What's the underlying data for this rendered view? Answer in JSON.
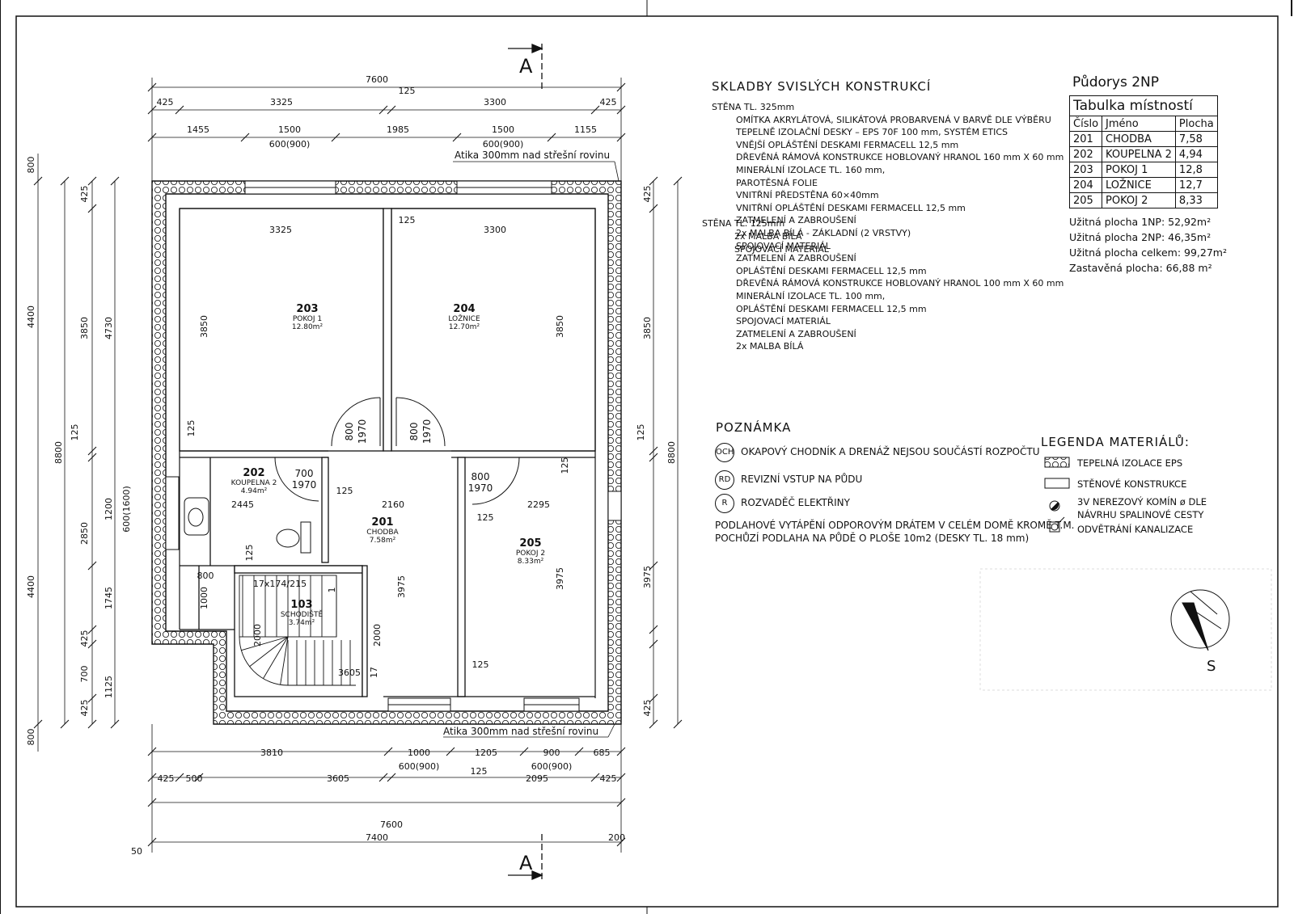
{
  "plan": {
    "section_label": "A",
    "overall_dims": {
      "top": "7600",
      "bottom_total": "7600",
      "bottom_outer": "7400",
      "left_offset": "50",
      "right_offset": "200"
    },
    "top_chain_1": [
      "425",
      "3325",
      "125",
      "3300",
      "425"
    ],
    "top_chain_2": [
      "1455",
      "1500",
      "1985",
      "1500",
      "1155"
    ],
    "top_window_labels": [
      "600(900)",
      "600(900)"
    ],
    "bottom_chain_1": [
      "3810",
      "1000",
      "1205",
      "900",
      "685"
    ],
    "bottom_chain_2": [
      "425",
      "500",
      "3605",
      "125",
      "2095",
      "425"
    ],
    "bottom_window_labels": [
      "600(900)",
      "600(900)"
    ],
    "left_dims": [
      "800",
      "4400",
      "8800",
      "4400",
      "800",
      "425",
      "3850",
      "125",
      "2850",
      "1745",
      "425",
      "700",
      "425",
      "4730",
      "1200",
      "1125",
      "600(1600)",
      "1000",
      "2000",
      "800"
    ],
    "right_dims": [
      "425",
      "3850",
      "125",
      "3975",
      "425",
      "8800"
    ],
    "interior_dims": [
      "3325",
      "125",
      "3300",
      "3850",
      "3850",
      "125",
      "2445",
      "2160",
      "2295",
      "125",
      "125",
      "125",
      "3975",
      "3975",
      "125",
      "2000",
      "3605",
      "17",
      "17x174/215",
      "125",
      "1"
    ],
    "door_labels": [
      {
        "w": "800",
        "h": "1970"
      },
      {
        "w": "800",
        "h": "1970"
      },
      {
        "w": "700",
        "h": "1970"
      },
      {
        "w": "800",
        "h": "1970"
      }
    ],
    "attic_note": "Atika 300mm nad střešní rovinu",
    "rooms": [
      {
        "number": "203",
        "name": "POKOJ 1",
        "area": "12.80m²"
      },
      {
        "number": "204",
        "name": "LOŽNICE",
        "area": "12.70m²"
      },
      {
        "number": "202",
        "name": "KOUPELNA 2",
        "area": "4.94m²"
      },
      {
        "number": "201",
        "name": "CHODBA",
        "area": "7.58m²"
      },
      {
        "number": "205",
        "name": "POKOJ 2",
        "area": "8.33m²"
      },
      {
        "number": "103",
        "name": "SCHODIŠTĚ",
        "area": "3.74m²"
      }
    ],
    "stair_note": "17x174/215",
    "inner_wall_label": "STĚNA TL. 125mm",
    "north_symbol": "S"
  },
  "spec": {
    "title": "SKLADBY SVISLÝCH KONSTRUKCÍ",
    "lines": [
      "STĚNA TL. 325mm",
      "OMÍTKA AKRYLÁTOVÁ, SILIKÁTOVÁ PROBARVENÁ V BARVĚ DLE VÝBĚRU",
      "TEPELNĚ IZOLAČNÍ DESKY – EPS 70F 100 mm, SYSTÉM ETICS",
      "VNĚJŠÍ OPLÁŠTĚNÍ DESKAMI FERMACELL 12,5 mm",
      "DŘEVĚNÁ RÁMOVÁ KONSTRUKCE HOBLOVANÝ HRANOL 160 mm X 60 mm",
      "MINERÁLNÍ IZOLACE TL. 160 mm,",
      "PAROTĚSNÁ FOLIE",
      "VNITŘNÍ PŘEDSTĚNA 60×40mm",
      "VNITŘNÍ OPLÁŠTĚNÍ DESKAMI FERMACELL 12,5 mm",
      "ZATMELENÍ A ZABROUŠENÍ",
      "2x MALBA BÍLÁ - ZÁKLADNÍ (2 VRSTVY)",
      "SPOJOVACÍ MATERIÁL",
      "ZATMELENÍ A ZABROUŠENÍ",
      "OPLÁŠTĚNÍ DESKAMI FERMACELL 12,5 mm",
      "DŘEVĚNÁ RÁMOVÁ KONSTRUKCE HOBLOVANÝ HRANOL 100 mm X 60 mm",
      "MINERÁLNÍ IZOLACE TL. 100 mm,",
      "OPLÁŠTĚNÍ DESKAMI FERMACELL 12,5 mm",
      "SPOJOVACÍ MATERIÁL",
      "ZATMELENÍ A ZABROUŠENÍ",
      "2x MALBA BÍLÁ"
    ],
    "overlap_lines": [
      "STĚNA TL. 125mm",
      "2x MALBA BÍLÁ",
      "SPOJOVACÍ MATERIÁL"
    ]
  },
  "table": {
    "plan_title": "Půdorys 2NP",
    "caption": "Tabulka místností",
    "headers": [
      "Číslo",
      "Jméno",
      "Plocha"
    ],
    "rows": [
      [
        "201",
        "CHODBA",
        "7,58"
      ],
      [
        "202",
        "KOUPELNA 2",
        "4,94"
      ],
      [
        "203",
        "POKOJ 1",
        "12,8"
      ],
      [
        "204",
        "LOŽNICE",
        "12,7"
      ],
      [
        "205",
        "POKOJ 2",
        "8,33"
      ]
    ],
    "areas": [
      "Užitná plocha 1NP: 52,92m²",
      "Užitná plocha 2NP: 46,35m²",
      "Užitná plocha celkem: 99,27m²",
      "Zastavěná plocha: 66,88 m²"
    ]
  },
  "notes": {
    "title": "POZNÁMKA",
    "items": [
      {
        "tag": "OCH",
        "text": "OKAPOVÝ CHODNÍK A DRENÁŽ NEJSOU SOUČÁSTÍ ROZPOČTU"
      },
      {
        "tag": "RD",
        "text": "REVIZNÍ VSTUP NA PŮDU"
      },
      {
        "tag": "R",
        "text": "ROZVADĚČ ELEKTŘINY"
      }
    ],
    "footer": [
      "PODLAHOVÉ VYTÁPĚNÍ ODPOROVÝM DRÁTEM V CELÉM DOMĚ KROMĚ T.M.",
      "POCHŮZÍ PODLAHA NA PŮDĚ O PLOŠE 10m2 (DESKY TL. 18 mm)"
    ]
  },
  "legend": {
    "title": "LEGENDA MATERIÁLŮ:",
    "items": [
      {
        "icon": "eps-hatch-icon",
        "text": "TEPELNÁ IZOLACE EPS"
      },
      {
        "icon": "wall-rect-icon",
        "text": "STĚNOVÉ KONSTRUKCE"
      },
      {
        "icon": "chimney-icon",
        "text": "3V NEREZOVÝ KOMÍN ø DLE",
        "text2": "NÁVRHU SPALINOVÉ CESTY"
      },
      {
        "icon": "vent-icon",
        "text": "ODVĚTRÁNÍ KANALIZACE"
      }
    ]
  }
}
